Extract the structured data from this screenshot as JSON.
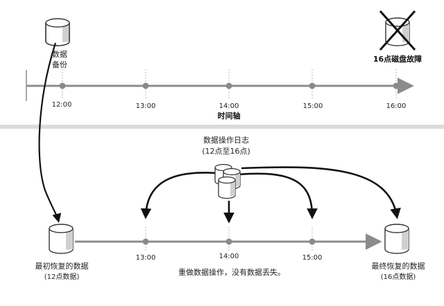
{
  "top": {
    "backup_label_line1": "数据",
    "backup_label_line2": "备份",
    "disk_failure_label": "16点磁盘故障",
    "timeline_label": "时间轴",
    "ticks": [
      "12:00",
      "13:00",
      "14:00",
      "15:00",
      "16:00"
    ]
  },
  "bottom": {
    "log_title": "数据操作日志",
    "log_subtitle": "(12点至16点)",
    "initial_restore_label": "最初恢复的数据",
    "initial_restore_sub": "(12点数据)",
    "final_restore_label": "最终恢复的数据",
    "final_restore_sub": "(16点数据)",
    "ticks": [
      "13:00",
      "14:00",
      "15:00"
    ],
    "replay_caption": "重做数据操作，没有数据丢失。"
  },
  "colors": {
    "axis": "#8c8c8c",
    "tick_dot": "#8a8a8a",
    "separator": "#d9d9d9",
    "arrow": "#111111",
    "cylinder_fill": "#ffffff",
    "cylinder_stroke": "#333333",
    "cylinder_shade": "#d0d0d0"
  },
  "icons": [
    "database-cylinder-icon",
    "failed-disk-icon",
    "log-cylinders-icon"
  ]
}
